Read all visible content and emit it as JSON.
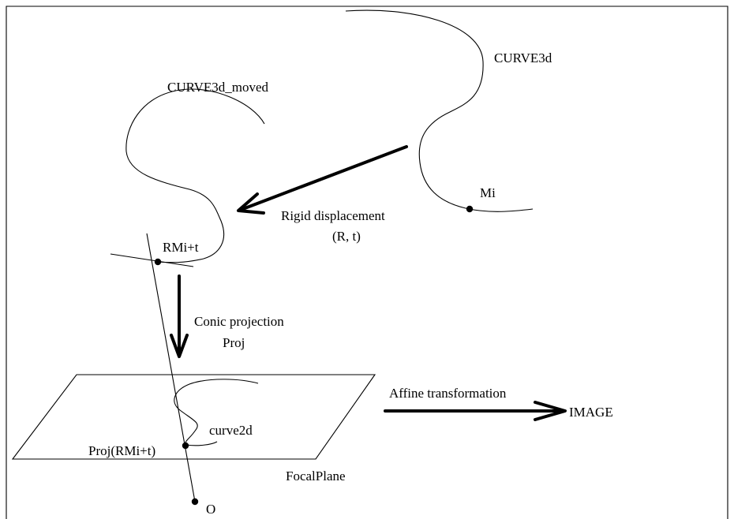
{
  "labels": {
    "curve3d": "CURVE3d",
    "curve3d_moved": "CURVE3d_moved",
    "mi": "Mi",
    "rigid_displacement": "Rigid displacement",
    "rigid_params": "(R, t)",
    "rmi_t": "RMi+t",
    "conic_projection": "Conic projection",
    "proj": "Proj",
    "affine_transformation": "Affine transformation",
    "image": "IMAGE",
    "curve2d": "curve2d",
    "proj_rmi_t": "Proj(RMi+t)",
    "focal_plane": "FocalPlane",
    "origin": "O"
  }
}
